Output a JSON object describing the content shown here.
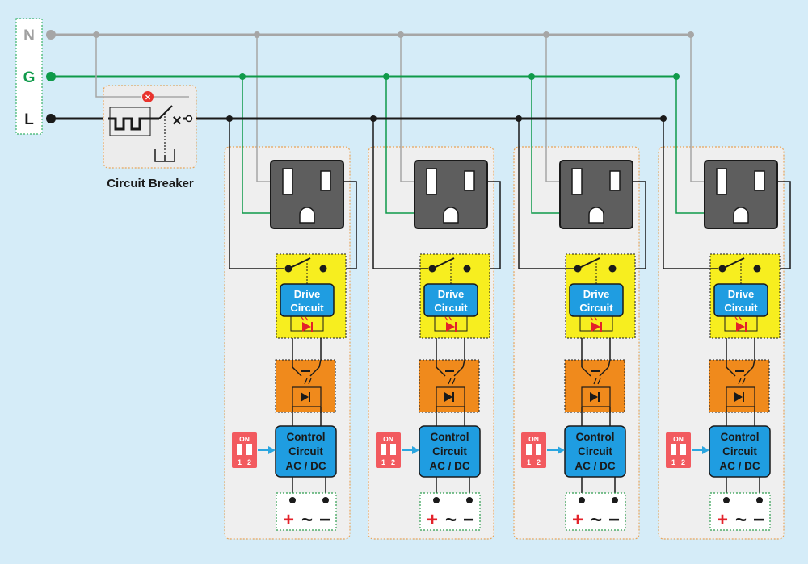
{
  "terminals": {
    "neutral": "N",
    "ground": "G",
    "line": "L"
  },
  "breaker": {
    "label": "Circuit Breaker"
  },
  "modules": [
    {
      "drive": [
        "Drive",
        "Circuit"
      ],
      "control": [
        "Control",
        "Circuit",
        "AC / DC"
      ],
      "dip": {
        "on": "ON",
        "pos1": "1",
        "pos2": "2"
      },
      "supply": {
        "plus": "+",
        "ac": "~",
        "minus": "−"
      }
    },
    {
      "drive": [
        "Drive",
        "Circuit"
      ],
      "control": [
        "Control",
        "Circuit",
        "AC / DC"
      ],
      "dip": {
        "on": "ON",
        "pos1": "1",
        "pos2": "2"
      },
      "supply": {
        "plus": "+",
        "ac": "~",
        "minus": "−"
      }
    },
    {
      "drive": [
        "Drive",
        "Circuit"
      ],
      "control": [
        "Control",
        "Circuit",
        "AC / DC"
      ],
      "dip": {
        "on": "ON",
        "pos1": "1",
        "pos2": "2"
      },
      "supply": {
        "plus": "+",
        "ac": "~",
        "minus": "−"
      }
    },
    {
      "drive": [
        "Drive",
        "Circuit"
      ],
      "control": [
        "Control",
        "Circuit",
        "AC / DC"
      ],
      "dip": {
        "on": "ON",
        "pos1": "1",
        "pos2": "2"
      },
      "supply": {
        "plus": "+",
        "ac": "~",
        "minus": "−"
      }
    }
  ],
  "colors": {
    "background": "#d5ecf8",
    "neutral_wire": "#a6a6a6",
    "ground_wire": "#0f9a4a",
    "line_wire": "#1a1a1a",
    "panel": "#efefef",
    "panel_border": "#e8a55c",
    "drive_box": "#f7ee1f",
    "optocoupler": "#f08a1c",
    "control_box": "#1f9de1",
    "dip_switch": "#f25a5f",
    "outlet": "#5e5e5e",
    "plus": "#e3222a",
    "arrow": "#2aa6e0"
  }
}
